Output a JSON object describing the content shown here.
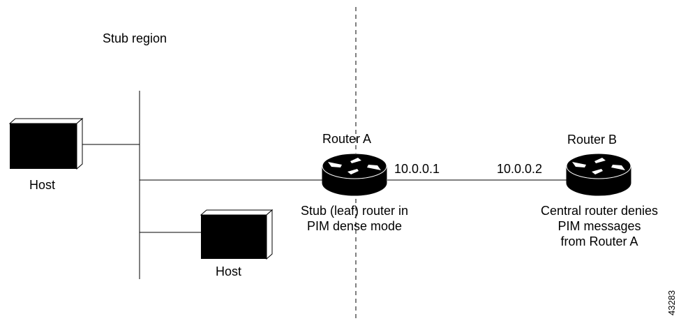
{
  "labels": {
    "region": "Stub region",
    "host_left": "Host",
    "host_bottom": "Host",
    "router_a": "Router A",
    "router_b": "Router B",
    "ip_a": "10.0.0.1",
    "ip_b": "10.0.0.2",
    "router_a_caption": [
      "Stub (leaf) router in",
      "PIM dense mode"
    ],
    "router_b_caption": [
      "Central router denies",
      "PIM messages",
      "from Router A"
    ],
    "figure_id": "43283"
  },
  "icons": {
    "host": "host-workstation-icon",
    "router": "router-icon"
  },
  "colors": {
    "line": "#000000",
    "background": "#ffffff"
  }
}
